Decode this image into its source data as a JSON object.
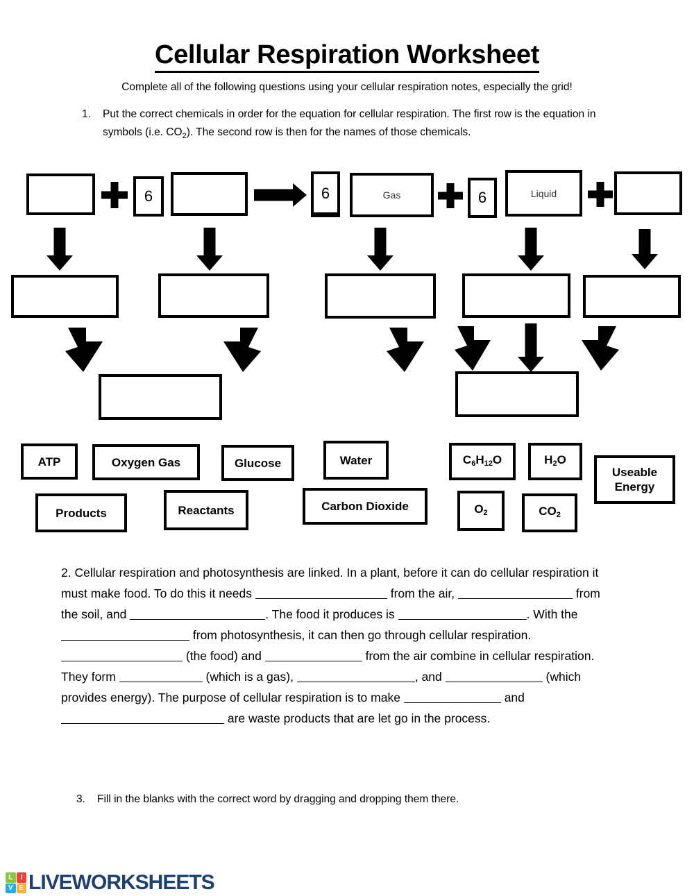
{
  "header": {
    "title": "Cellular Respiration Worksheet",
    "subtitle": "Complete all of the following questions using your cellular respiration notes, especially the grid!"
  },
  "questions": {
    "q1": {
      "number": "1.",
      "text": "Put the correct chemicals in order for the equation for cellular respiration. The first row is the equation in symbols (i.e. CO2). The second row is then for the names of those chemicals."
    },
    "q2": {
      "number": "2.",
      "seg1": "Cellular respiration and photosynthesis are linked. In a plant, before it can do cellular respiration it must make food. To do this it needs",
      "seg2": "from the air,",
      "seg3": "from the soil, and",
      "seg4": ". The food it produces is",
      "seg5": ". With the",
      "seg6": "from photosynthesis, it can then go through cellular respiration.",
      "seg7": "(the food) and",
      "seg8": "from the air combine in cellular respiration. They form",
      "seg9": "(which is a gas),",
      "seg10": ", and",
      "seg11": "(which provides energy). The purpose of cellular respiration is to make",
      "seg12": "and",
      "seg13": "are waste products that are let go in the process."
    },
    "q3": {
      "number": "3.",
      "text": "Fill in the blanks with the correct word by dragging and dropping them there."
    }
  },
  "equation_row": {
    "coefficient_1": "6",
    "coefficient_2": "6",
    "coefficient_3": "6",
    "hint_gas": "Gas",
    "hint_liquid": "Liquid",
    "plus_symbol": "+"
  },
  "word_bank": [
    {
      "id": "atp",
      "label": "ATP"
    },
    {
      "id": "oxygen-gas",
      "label": "Oxygen Gas"
    },
    {
      "id": "glucose",
      "label": "Glucose"
    },
    {
      "id": "water",
      "label": "Water"
    },
    {
      "id": "c6h12o",
      "label": "C6H12O"
    },
    {
      "id": "h2o",
      "label": "H2O"
    },
    {
      "id": "useable-energy",
      "label": "Useable Energy"
    },
    {
      "id": "products",
      "label": "Products"
    },
    {
      "id": "reactants",
      "label": "Reactants"
    },
    {
      "id": "carbon-dioxide",
      "label": "Carbon Dioxide"
    },
    {
      "id": "o2",
      "label": "O2"
    },
    {
      "id": "co2",
      "label": "CO2"
    }
  ],
  "footer": {
    "logo_text": "LIVEWORKSHEETS",
    "logo_letters": [
      "L",
      "I",
      "V",
      "E"
    ],
    "logo_colors": [
      "#8cc63f",
      "#ef4136",
      "#29abe2",
      "#fbb040"
    ]
  },
  "colors": {
    "ink": "#000000",
    "paper": "#ffffff",
    "logo_navy": "#1d3f72"
  }
}
